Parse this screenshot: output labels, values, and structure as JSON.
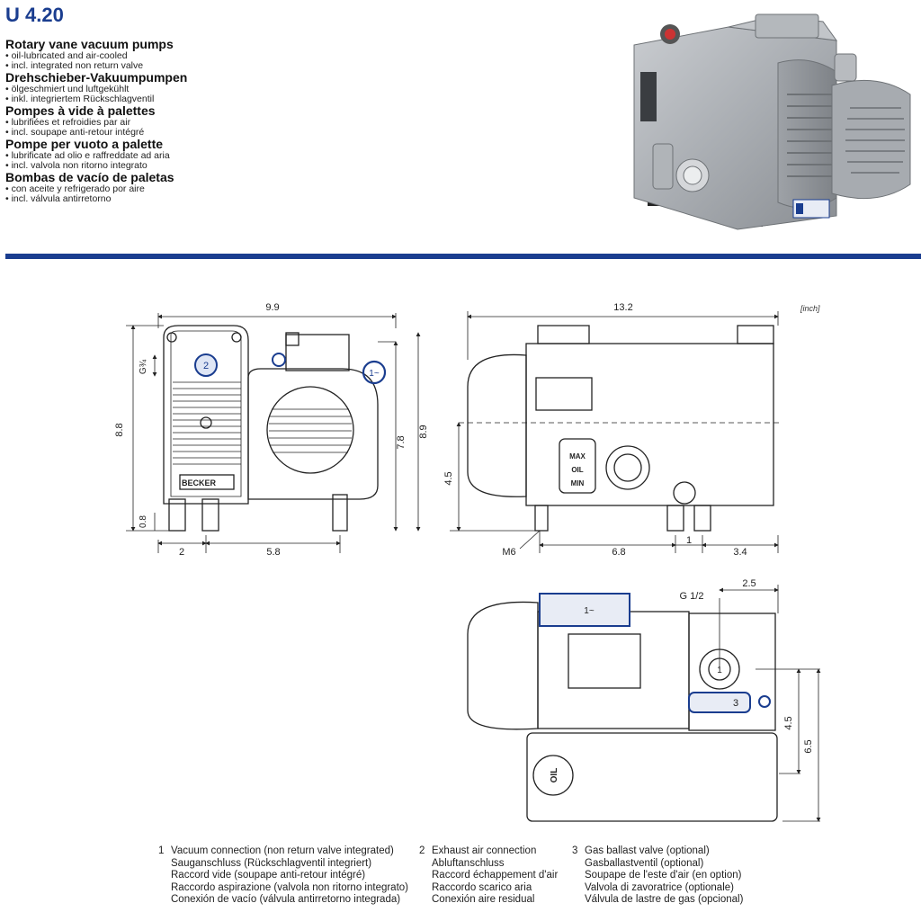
{
  "model": "U 4.20",
  "languages": [
    {
      "title": "Rotary vane vacuum pumps",
      "items": [
        "• oil-lubricated and air-cooled",
        "• incl. integrated non return valve"
      ]
    },
    {
      "title": "Drehschieber-Vakuumpumpen",
      "items": [
        "• ölgeschmiert und luftgekühlt",
        "• inkl. integriertem Rückschlagventil"
      ]
    },
    {
      "title": "Pompes à vide à palettes",
      "items": [
        "• lubrifiées et refroidies par air",
        "• incl. soupape anti-retour intégré"
      ]
    },
    {
      "title": "Pompe per vuoto a palette",
      "items": [
        "• lubrificate ad olio e raffreddate ad aria",
        "• incl. valvola non ritorno integrato"
      ]
    },
    {
      "title": "Bombas de vacío de paletas",
      "items": [
        "• con aceite y refrigerado por aire",
        "• incl. válvula antirretorno"
      ]
    }
  ],
  "unit": "[inch]",
  "brand": "BECKER",
  "dimensions": {
    "front_width": "9.9",
    "front_height": "8.8",
    "front_g": "G¾",
    "front_base": "0.8",
    "front_inner_height": "7.8",
    "front_total_height": "8.9",
    "front_left": "2",
    "front_right": "5.8",
    "side_length": "13.2",
    "side_height": "4.5",
    "side_bolt": "M6",
    "side_bottom_a": "6.8",
    "side_bottom_b": "1",
    "side_bottom_c": "3.4",
    "top_g": "G 1/2",
    "top_offset": "2.5",
    "top_height_a": "4.5",
    "top_height_b": "6.5"
  },
  "markers": {
    "one": "1",
    "one_tilde": "1~",
    "two": "2",
    "three": "3"
  },
  "gauge": {
    "max": "MAX",
    "oil": "OIL",
    "min": "MIN",
    "oil_cap": "OIL"
  },
  "legend": [
    {
      "num": "1",
      "lines": [
        "Vacuum connection (non return valve integrated)",
        "Sauganschluss (Rückschlagventil integriert)",
        "Raccord vide (soupape anti-retour intégré)",
        "Raccordo aspirazione (valvola non ritorno integrato)",
        "Conexión de vacío (válvula antirretorno integrada)"
      ]
    },
    {
      "num": "2",
      "lines": [
        "Exhaust air connection",
        "Abluftanschluss",
        "Raccord échappement d'air",
        "Raccordo scarico aria",
        "Conexión aire residual"
      ]
    },
    {
      "num": "3",
      "lines": [
        "Gas ballast valve (optional)",
        "Gasballastventil (optional)",
        "Soupape de l'este d'air (en option)",
        "Valvola di zavoratrice (optionale)",
        "Válvula de lastre de gas (opcional)"
      ]
    }
  ]
}
